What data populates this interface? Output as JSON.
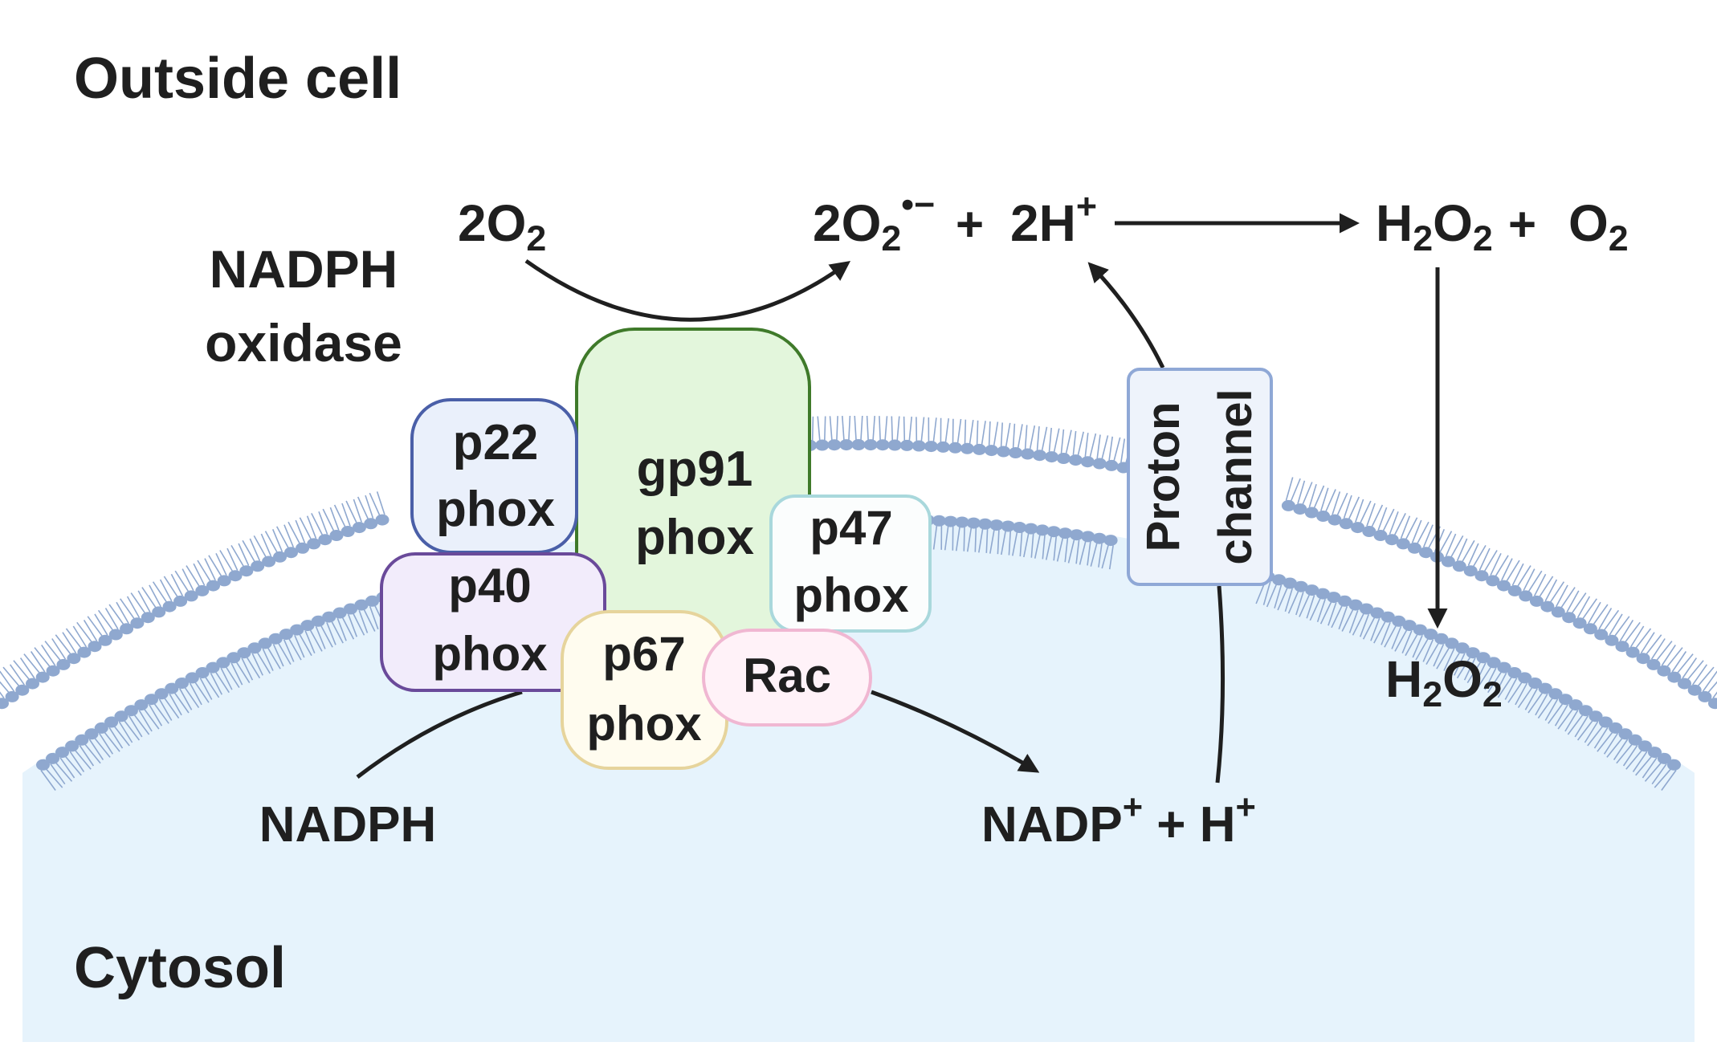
{
  "regions": {
    "outside": "Outside cell",
    "inside": "Cytosol"
  },
  "enzyme_label": [
    "NADPH",
    "oxidase"
  ],
  "subunits": {
    "p22": [
      "p22",
      "phox"
    ],
    "gp91": [
      "gp91",
      "phox"
    ],
    "p47": [
      "p47",
      "phox"
    ],
    "p40": [
      "p40",
      "phox"
    ],
    "p67": [
      "p67",
      "phox"
    ],
    "rac": [
      "Rac"
    ]
  },
  "channel": [
    "Proton",
    "channel"
  ],
  "reaction": {
    "substrate": {
      "coef": "2O",
      "sub": "2"
    },
    "superoxide": {
      "coef": "2O",
      "sub": "2",
      "sup": "•−"
    },
    "plus": "+",
    "protons": {
      "base": "2H",
      "sup": "+"
    },
    "product_h2o2": {
      "a": "H",
      "s1": "2",
      "b": "O",
      "s2": "2"
    },
    "product_o2": {
      "a": "O",
      "s1": "2"
    },
    "cytosol_h2o2": {
      "a": "H",
      "s1": "2",
      "b": "O",
      "s2": "2"
    },
    "nadph": "NADPH",
    "nadp": {
      "a": "NADP",
      "s1": "+",
      "b": " + H",
      "s2": "+"
    }
  },
  "colors": {
    "membrane_head": "#8fa8cf",
    "cytosol": "#e6f3fc",
    "gp91_fill": "#e3f6dc",
    "gp91_stroke": "#3f7a2a",
    "p22_fill": "#eaf0fb",
    "p22_stroke": "#4a5fa8",
    "p40_fill": "#f2ecfb",
    "p40_stroke": "#6a4a9a",
    "p47_fill": "#fbfdfd",
    "p47_stroke": "#a9d8dc",
    "p67_fill": "#fffcef",
    "p67_stroke": "#e6d49c",
    "rac_fill": "#fff2f8",
    "rac_stroke": "#f0b7d2",
    "channel_fill": "#eef3fb",
    "channel_stroke": "#8fa8d6",
    "arrow": "#1f1f1f"
  }
}
